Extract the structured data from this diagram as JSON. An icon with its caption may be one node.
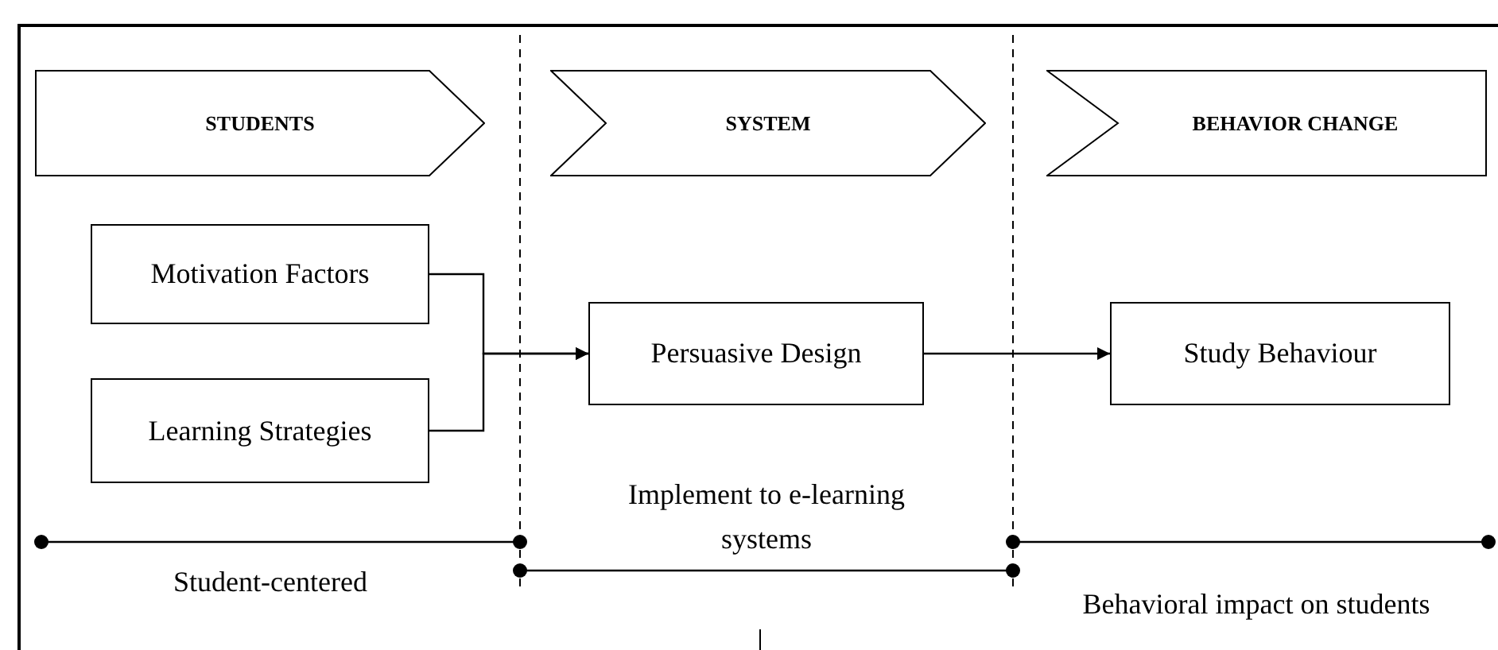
{
  "diagram": {
    "nodes": [
      {
        "text": [
          "STUDENTS"
        ]
      },
      {
        "text": [
          "SYSTEM"
        ]
      },
      {
        "text": [
          "BEHAVIOR CHANGE"
        ]
      },
      {
        "text": [
          "Motivation Factors"
        ]
      },
      {
        "text": [
          "Learning Strategies"
        ]
      },
      {
        "text": [
          "Persuasive Design"
        ]
      },
      {
        "text": [
          "Study Behaviour"
        ]
      }
    ],
    "edges": [
      {
        "from": 3,
        "to": 5,
        "arrow": "to"
      },
      {
        "from": 4,
        "to": 5,
        "arrow": "to"
      },
      {
        "from": 5,
        "to": 6,
        "arrow": "to"
      }
    ],
    "labels": [
      "Student-centered",
      "Implement to e-learning systems",
      "Behavioral impact on students"
    ]
  }
}
